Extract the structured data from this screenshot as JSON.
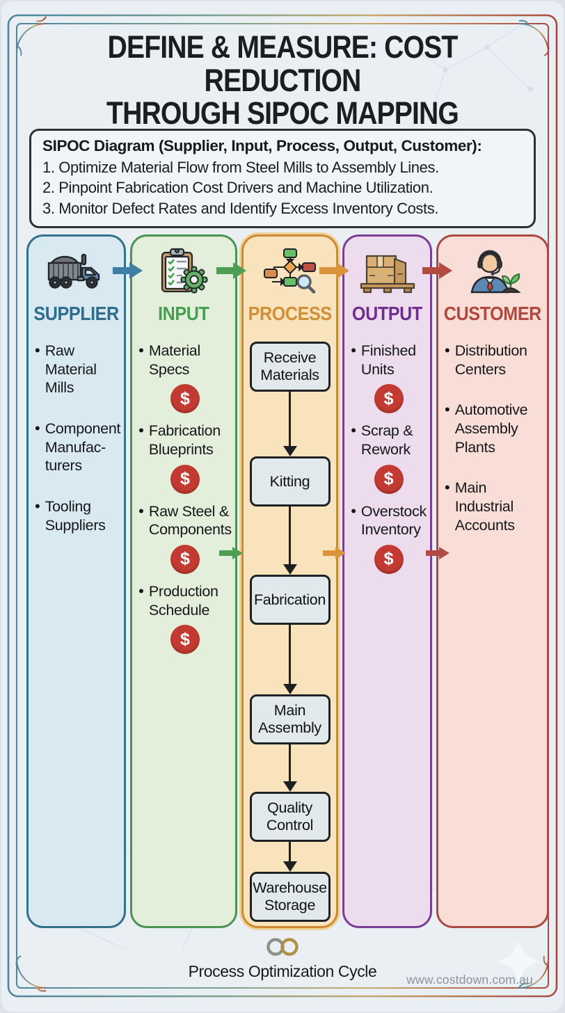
{
  "page": {
    "title_line1": "DEFINE & MEASURE: COST REDUCTION",
    "title_line2": "THROUGH SIPOC MAPPING"
  },
  "intro": {
    "heading": "SIPOC Diagram (Supplier, Input, Process, Output, Customer):",
    "items": [
      "1. Optimize Material Flow from Steel Mills to Assembly Lines.",
      "2. Pinpoint Fabrication Cost Drivers and Machine Utilization.",
      "3. Monitor Defect Rates and Identify Excess Inventory Costs."
    ]
  },
  "columns": [
    {
      "id": "supplier",
      "label": "SUPPLIER",
      "icon": "truck-icon",
      "accent": "#2f6d8c",
      "border": "#34718e",
      "bg": "#d8e9f2",
      "items": [
        {
          "text": "Raw Material Mills",
          "cost": false
        },
        {
          "text": "Component Manufac-\nturers",
          "cost": false
        },
        {
          "text": "Tooling Suppliers",
          "cost": false
        }
      ]
    },
    {
      "id": "input",
      "label": "INPUT",
      "icon": "clipboard-gear-icon",
      "accent": "#44a04f",
      "border": "#4b9253",
      "bg": "#e3efdb",
      "items": [
        {
          "text": "Material Specs",
          "cost": true
        },
        {
          "text": "Fabrication Blueprints",
          "cost": true
        },
        {
          "text": "Raw Steel & Components",
          "cost": true
        },
        {
          "text": "Production Schedule",
          "cost": true
        }
      ]
    },
    {
      "id": "process",
      "label": "PROCESS",
      "icon": "flowchart-magnifier-icon",
      "accent": "#d28f35",
      "border": "#cd8a33",
      "bg": "#f9e3bd",
      "steps": [
        "Receive Materials",
        "Kitting",
        "Fabrication",
        "Main Assembly",
        "Quality Control",
        "Warehouse Storage"
      ]
    },
    {
      "id": "output",
      "label": "OUTPUT",
      "icon": "pallet-boxes-icon",
      "accent": "#6f2f90",
      "border": "#7c3d96",
      "bg": "#ecdcee",
      "items": [
        {
          "text": "Finished Units",
          "cost": true
        },
        {
          "text": "Scrap & Rework",
          "cost": true
        },
        {
          "text": "Overstock Inventory",
          "cost": true
        }
      ]
    },
    {
      "id": "customer",
      "label": "CUSTOMER",
      "icon": "support-agent-icon",
      "accent": "#b2473f",
      "border": "#aa4a43",
      "bg": "#f8ded7",
      "items": [
        {
          "text": "Distribution Centers",
          "cost": false
        },
        {
          "text": "Automotive Assembly Plants",
          "cost": false
        },
        {
          "text": "Main Industrial Accounts",
          "cost": false
        }
      ]
    }
  ],
  "flow_arrows": {
    "top": [
      "#3d80a3",
      "#4d9e53",
      "#d9943c",
      "#b34a42"
    ],
    "mid": [
      "#4d9e53",
      "#d9943c",
      "#b34a42"
    ]
  },
  "cost_badge": {
    "symbol": "$",
    "color": "#c23a31"
  },
  "footer": {
    "cycle_label": "Process Optimization Cycle",
    "website": "www.costdown.com.au"
  }
}
